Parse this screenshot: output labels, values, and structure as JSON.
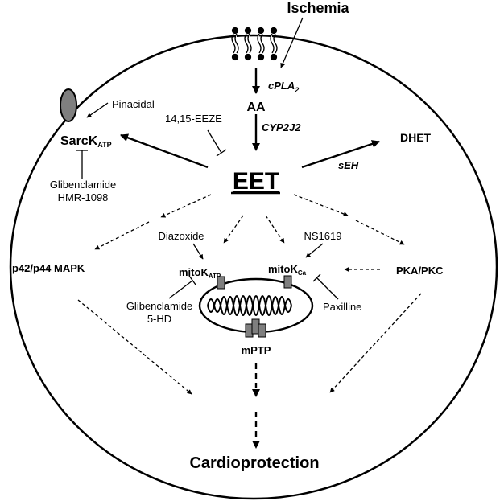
{
  "labels": {
    "ischemia": "Ischemia",
    "cpla2_main": "cPLA",
    "cpla2_sub": "2",
    "aa": "AA",
    "cyp2j2": "CYP2J2",
    "pinacidal": "Pinacidal",
    "eeze": "14,15-EEZE",
    "sarck_main": "SarcK",
    "sarck_sub": "ATP",
    "dhet": "DHET",
    "seh": "sEH",
    "eet": "EET",
    "glib1_line1": "Glibenclamide",
    "glib1_line2": "HMR-1098",
    "diazoxide": "Diazoxide",
    "ns1619": "NS1619",
    "p42": "p42/p44 MAPK",
    "mitokatp_main": "mitoK",
    "mitokatp_sub": "ATP",
    "mitokca_main": "mitoK",
    "mitokca_sub": "Ca",
    "pkapkc": "PKA/PKC",
    "glib2_line1": "Glibenclamide",
    "glib2_line2": "5-HD",
    "paxilline": "Paxilline",
    "mptp": "mPTP",
    "cardioprotection": "Cardioprotection"
  }
}
